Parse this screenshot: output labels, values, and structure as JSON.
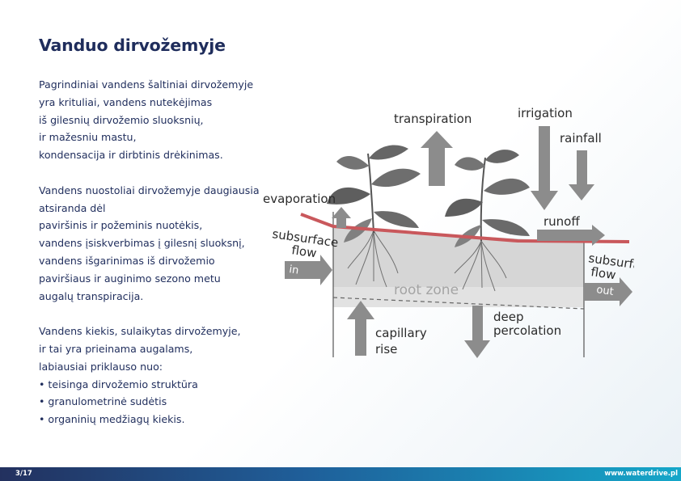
{
  "title": "Vanduo dirvožemyje",
  "paragraphs": [
    [
      "Pagrindiniai vandens šaltiniai dirvožemyje",
      "yra krituliai, vandens nutekėjimas",
      "iš gilesnių dirvožemio sluoksnių,",
      "ir mažesniu mastu,",
      "kondensacija ir dirbtinis drėkinimas."
    ],
    [
      "Vandens nuostoliai dirvožemyje daugiausia",
      "atsiranda dėl",
      "paviršinis ir požeminis nuotėkis,",
      "vandens įsiskverbimas į gilesnį sluoksnį,",
      "vandens išgarinimas iš dirvožemio",
      "paviršiaus ir auginimo sezono metu",
      "augalų transpiracija."
    ],
    [
      "Vandens kiekis, sulaikytas dirvožemyje,",
      "ir tai yra prieinama augalams,",
      "labiausiai priklauso nuo:"
    ]
  ],
  "bullets": [
    "• teisinga dirvožemio struktūra",
    "• granulometrinė sudėtis",
    "• organinių medžiagų kiekis."
  ],
  "diagram": {
    "labels": {
      "transpiration": "transpiration",
      "irrigation": "irrigation",
      "rainfall": "rainfall",
      "evaporation": "evaporation",
      "runoff": "runoff",
      "subsurface_in_1": "subsurface",
      "subsurface_in_2": "flow",
      "in": "in",
      "subsurface_out_1": "subsurface",
      "subsurface_out_2": "flow",
      "out": "out",
      "root_zone": "root zone",
      "capillary_1": "capillary",
      "capillary_2": "rise",
      "deep_1": "deep",
      "deep_2": "percolation"
    },
    "colors": {
      "arrow": "#8c8c8c",
      "surface_line": "#c9585c",
      "soil": "#cfcfcf",
      "leaves": "#6b6b6b"
    }
  },
  "footer": {
    "page": "3/17",
    "site": "www.waterdrive.pl"
  }
}
